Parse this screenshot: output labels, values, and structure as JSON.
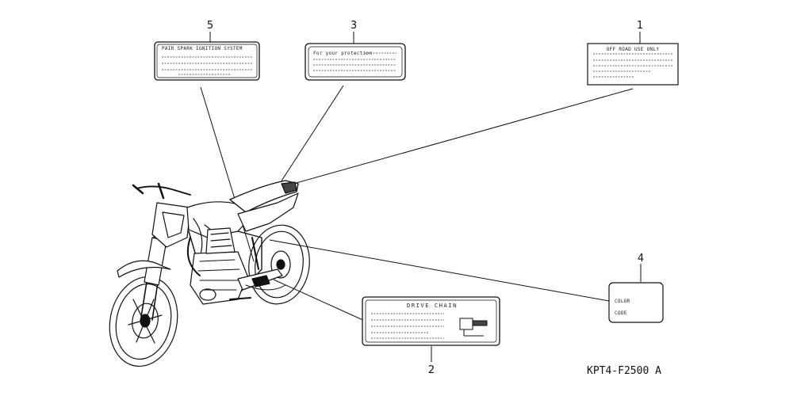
{
  "diagram": {
    "code": "KPT4-F2500 A",
    "labels": [
      {
        "number": "1",
        "text": "OFF ROAD USE ONLY"
      },
      {
        "number": "2",
        "text": "DRIVE CHAIN"
      },
      {
        "number": "3",
        "text": "For your protection"
      },
      {
        "number": "4",
        "text_line1": "COLOR",
        "text_line2": "CODE"
      },
      {
        "number": "5",
        "text": "PAIR SPARK IGNITION SYSTEM"
      }
    ]
  }
}
